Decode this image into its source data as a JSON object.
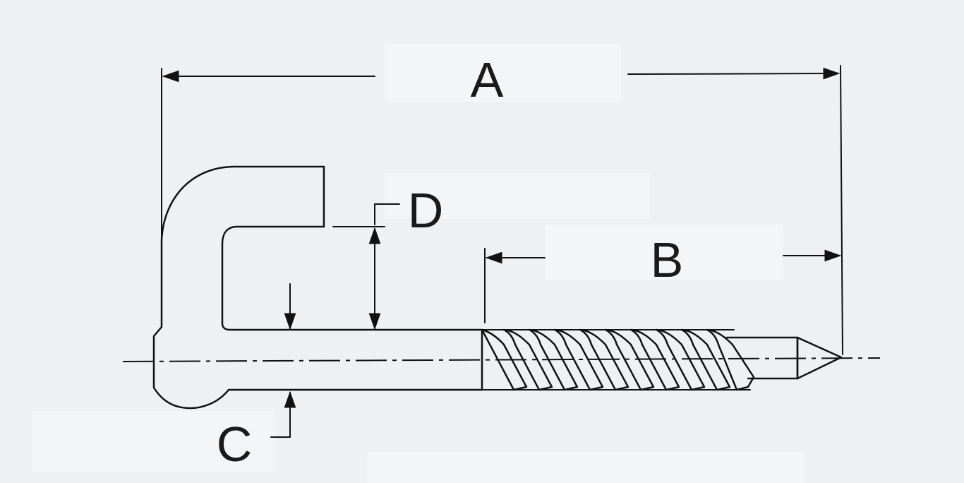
{
  "diagram": {
    "labels": {
      "a": "A",
      "b": "B",
      "c": "C",
      "d": "D"
    },
    "colors": {
      "background": "#eef0f2",
      "label_patch": "#f4f5f6",
      "line": "#111111",
      "text": "#1a1a1a"
    }
  }
}
